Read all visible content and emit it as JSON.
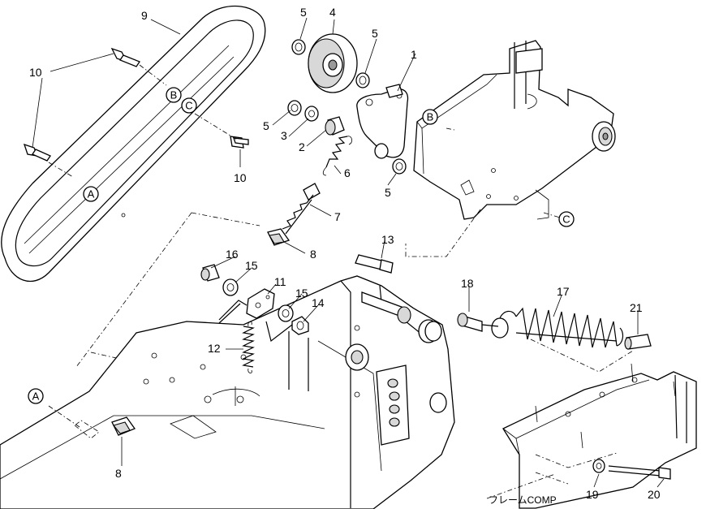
{
  "callouts": {
    "c1": "1",
    "c2": "2",
    "c3": "3",
    "c4": "4",
    "c5a": "5",
    "c5b": "5",
    "c5c": "5",
    "c5d": "5",
    "c6": "6",
    "c7": "7",
    "c8a": "8",
    "c8b": "8",
    "c9": "9",
    "c10a": "10",
    "c10b": "10",
    "c11": "11",
    "c12": "12",
    "c13": "13",
    "c14": "14",
    "c15a": "15",
    "c15b": "15",
    "c16": "16",
    "c17": "17",
    "c18": "18",
    "c19": "19",
    "c20": "20",
    "c21": "21"
  },
  "refs": {
    "a1": "A",
    "a2": "A",
    "b1": "B",
    "b2": "B",
    "cc1": "C",
    "cc2": "C"
  },
  "frame_label": "フレームCOMP"
}
